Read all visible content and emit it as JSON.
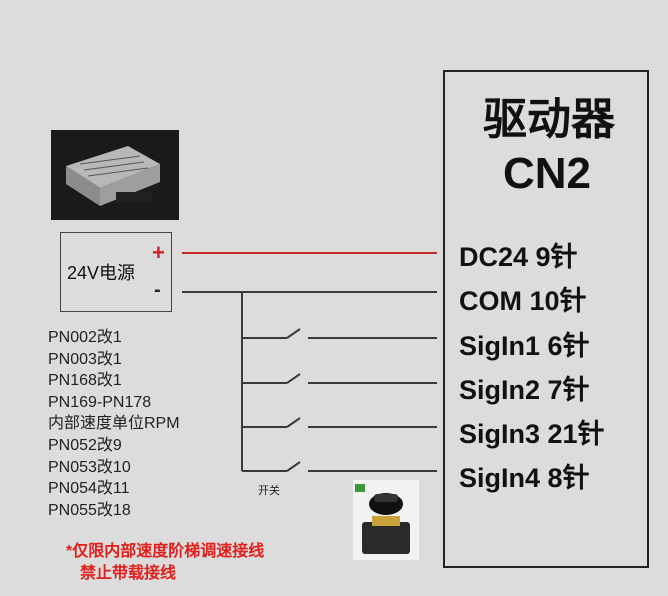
{
  "driver": {
    "title_line1": "驱动器",
    "title_line2": "CN2",
    "pins": [
      "DC24  9针",
      "COM  10针",
      "SigIn1 6针",
      "SigIn2 7针",
      "SigIn3 21针",
      "SigIn4 8针"
    ]
  },
  "power_supply": {
    "label": "24V电源",
    "plus": "+",
    "minus": "-"
  },
  "params": [
    "PN002改1",
    "PN003改1",
    "PN168改1",
    "PN169-PN178",
    "内部速度单位RPM",
    "PN052改9",
    "PN053改10",
    "PN054改11",
    "PN055改18"
  ],
  "switch_label": "开关",
  "warning": {
    "line1": "*仅限内部速度阶梯调速接线",
    "line2": "禁止带载接线"
  },
  "colors": {
    "positive_wire": "#c0282a",
    "wire": "#3a3a3a",
    "warning": "#e0201c"
  }
}
